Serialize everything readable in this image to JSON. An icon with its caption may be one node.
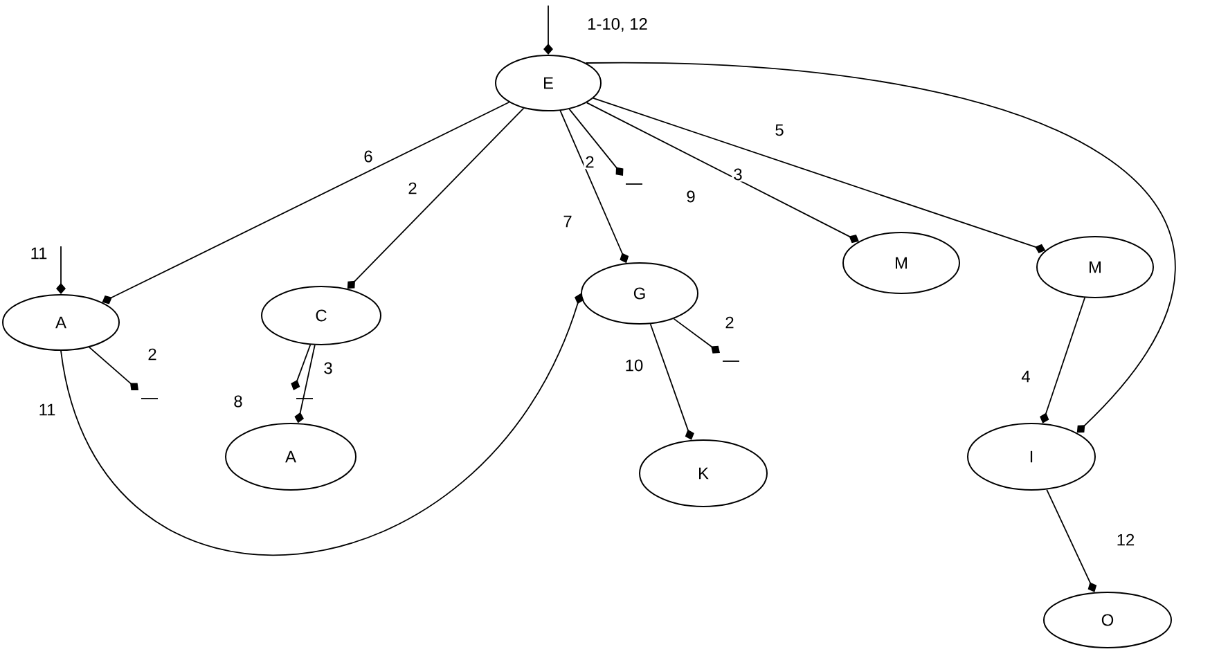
{
  "diagram": {
    "nodes": [
      {
        "text": [
          "E"
        ]
      },
      {
        "text": [
          "A"
        ]
      },
      {
        "text": [
          "C"
        ]
      },
      {
        "text": [
          "G"
        ]
      },
      {
        "text": [
          "M"
        ]
      },
      {
        "text": [
          "M"
        ]
      },
      {
        "text": [
          "A"
        ]
      },
      {
        "text": [
          "K"
        ]
      },
      {
        "text": [
          "I"
        ]
      },
      {
        "text": [
          "O"
        ]
      }
    ],
    "edges": [
      {
        "from": null,
        "to": 0,
        "arrow": "other",
        "label": "1-10, 12"
      },
      {
        "from": null,
        "to": 1,
        "arrow": "other",
        "label": "11"
      },
      {
        "from": 0,
        "to": 1,
        "arrow": "other",
        "label": "6"
      },
      {
        "from": 0,
        "to": 2,
        "arrow": "other",
        "label": "2"
      },
      {
        "from": 0,
        "to": null,
        "arrow": "other",
        "label": "2"
      },
      {
        "from": 0,
        "to": 3,
        "arrow": "other",
        "label": "7"
      },
      {
        "from": 0,
        "to": 4,
        "arrow": "other",
        "label": "9"
      },
      {
        "from": 0,
        "to": 5,
        "arrow": "other",
        "label": "3"
      },
      {
        "from": 0,
        "to": 8,
        "arrow": "other",
        "label": "5"
      },
      {
        "from": 1,
        "to": null,
        "arrow": "other",
        "label": "2"
      },
      {
        "from": 1,
        "to": 3,
        "arrow": "other",
        "label": "11"
      },
      {
        "from": 2,
        "to": 6,
        "arrow": "other",
        "label": "8"
      },
      {
        "from": 2,
        "to": null,
        "arrow": "other",
        "label": "3"
      },
      {
        "from": 3,
        "to": 7,
        "arrow": "other",
        "label": "10"
      },
      {
        "from": 3,
        "to": null,
        "arrow": "other",
        "label": "2"
      },
      {
        "from": 5,
        "to": 8,
        "arrow": "other",
        "label": "4"
      },
      {
        "from": 8,
        "to": 9,
        "arrow": "other",
        "label": "12"
      }
    ]
  }
}
